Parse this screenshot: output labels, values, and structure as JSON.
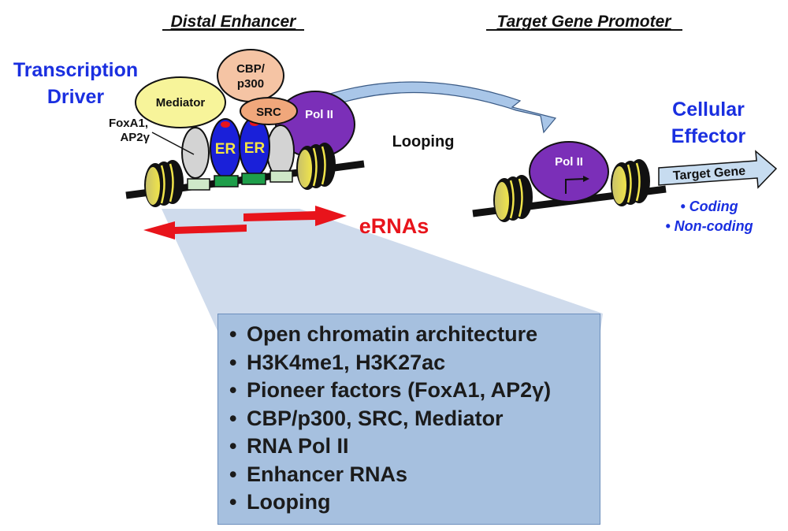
{
  "headers": {
    "left": "Distal Enhancer",
    "right": "Target Gene Promoter"
  },
  "side_labels": {
    "transcription_driver": [
      "Transcription",
      "Driver"
    ],
    "cellular_effector": [
      "Cellular",
      "Effector"
    ]
  },
  "enhancer_complex": {
    "cbp_p300": [
      "CBP/",
      "p300"
    ],
    "mediator": "Mediator",
    "src": "SRC",
    "pol_ii": "Pol II",
    "pioneer": [
      "FoxA1,",
      "AP2γ"
    ],
    "er_left": "ER",
    "er_right": "ER"
  },
  "looping_label": "Looping",
  "erna_label": "eRNAs",
  "promoter": {
    "pol_ii": "Pol II",
    "target_gene": "Target Gene",
    "outputs": [
      "• Coding",
      "• Non-coding"
    ]
  },
  "features_box": {
    "items": [
      "Open chromatin architecture",
      "H3K4me1, H3K27ac",
      "Pioneer factors (FoxA1, AP2γ)",
      "CBP/p300, SRC, Mediator",
      "RNA Pol II",
      "Enhancer RNAs",
      "Looping"
    ],
    "bullet": "•"
  },
  "colors": {
    "blue_text": "#1a2fe0",
    "erna_red": "#e8141b",
    "pol_ii_purple": "#7b2fb8",
    "er_blue": "#1a20d9",
    "mediator_yellow": "#f7f49a",
    "cbp_peach": "#f5c4a4",
    "src_orange": "#f0a77b",
    "box_blue": "#a6c0df",
    "callout_blue": "#cfdbec"
  }
}
